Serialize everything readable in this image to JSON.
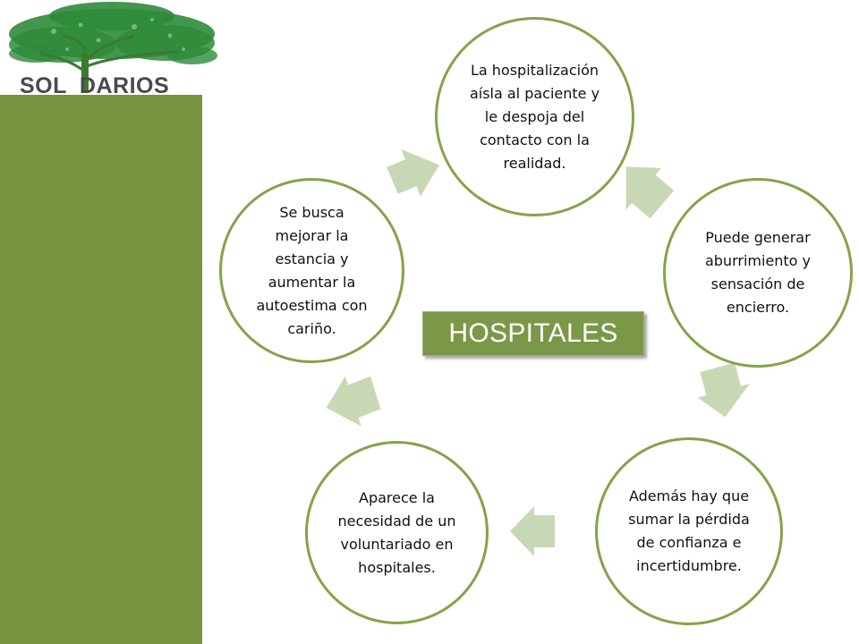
{
  "logo": {
    "text_left": "SOL",
    "text_right": "DARIOS"
  },
  "center_label": "HOSPITALES",
  "nodes": [
    {
      "text": "La hospitalización aísla al paciente y le despoja del contacto con la realidad."
    },
    {
      "text": "Puede generar aburrimiento y sensación de encierro."
    },
    {
      "text": "Además hay que sumar la pérdida de confianza e incertidumbre."
    },
    {
      "text": "Aparece la necesidad de un voluntariado en hospitales."
    },
    {
      "text": "Se busca mejorar la estancia y aumentar la autoestima con cariño."
    }
  ],
  "colors": {
    "sidebar": "#779441",
    "node_border": "#85a34a",
    "arrow": "#c9d8b4",
    "center_box": "#7b9848",
    "tree": "#2e8b3a"
  },
  "icons": [
    "tree-logo-icon"
  ]
}
